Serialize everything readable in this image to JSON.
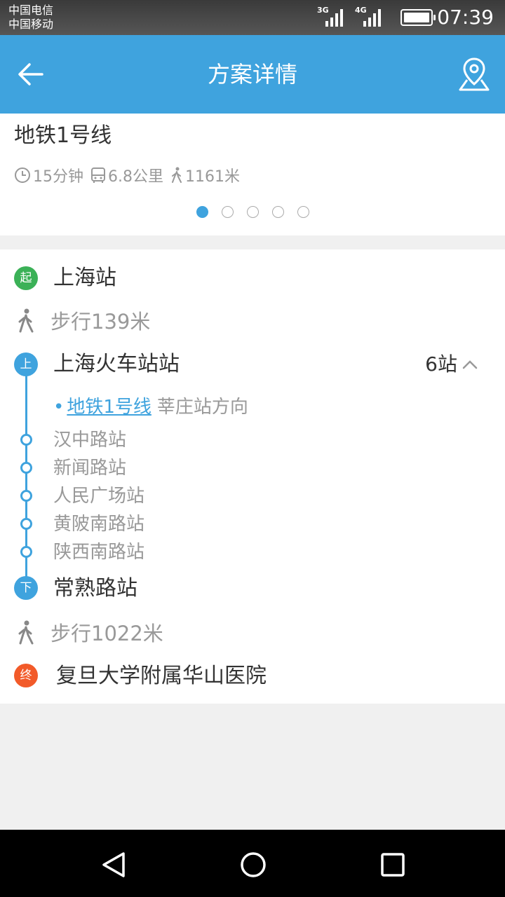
{
  "status_bar": {
    "carrier1": "中国电信",
    "carrier2": "中国移动",
    "net1": "3G",
    "net2": "4G",
    "time": "07:39",
    "battery_level": 0.9
  },
  "header": {
    "title": "方案详情",
    "back_icon": "back-arrow-icon",
    "map_icon": "map-location-icon"
  },
  "plan": {
    "name": "地铁1号线",
    "duration": "15分钟",
    "distance": "6.8公里",
    "walk": "1161米",
    "page_count": 5,
    "active_page": 1
  },
  "route": {
    "start": {
      "badge": "起",
      "name": "上海站"
    },
    "walk1": "步行139米",
    "board": {
      "badge": "上",
      "name": "上海火车站站",
      "stops": "6站"
    },
    "line": {
      "name": "地铁1号线",
      "direction": "莘庄站方向"
    },
    "intermediate_stops": [
      "汉中路站",
      "新闻路站",
      "人民广场站",
      "黄陂南路站",
      "陕西南路站"
    ],
    "alight": {
      "badge": "下",
      "name": "常熟路站"
    },
    "walk2": "步行1022米",
    "end": {
      "badge": "终",
      "name": "复旦大学附属华山医院"
    }
  },
  "colors": {
    "accent": "#3fa3de",
    "start_green": "#3bb157",
    "end_orange": "#f25a29"
  }
}
